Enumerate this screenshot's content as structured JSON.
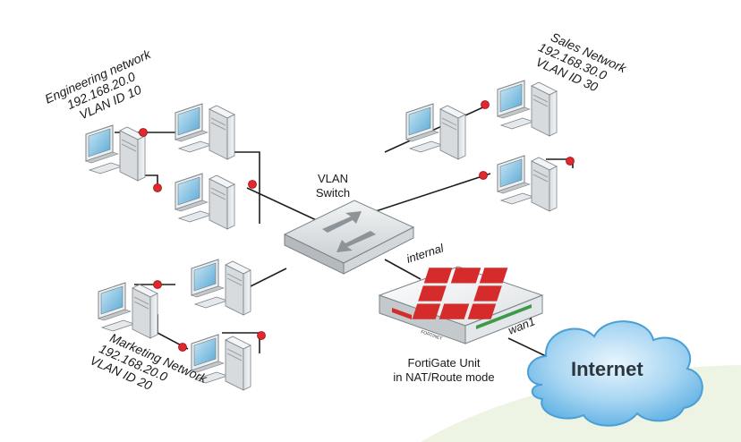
{
  "engineering": {
    "name": "Engineering network",
    "subnet": "192.168.20.0",
    "vlan": "VLAN ID 10"
  },
  "sales": {
    "name": "Sales Network",
    "subnet": "192.168.30.0",
    "vlan": "VLAN ID 30"
  },
  "marketing": {
    "name": "Marketing Network",
    "subnet": "192.168.20.0",
    "vlan": "VLAN ID 20"
  },
  "switch": {
    "line1": "VLAN",
    "line2": "Switch"
  },
  "fortigate": {
    "line1": "FortiGate Unit",
    "line2": "in NAT/Route mode",
    "brand": "FORTINET"
  },
  "ports": {
    "internal": "internal",
    "wan": "wan1"
  },
  "cloud": {
    "label": "Internet"
  },
  "colors": {
    "link_dot": "#e0282e",
    "cloud": "#5fb4e8",
    "logo": "#d62b2b",
    "background_swoosh": "#eef4e4"
  }
}
